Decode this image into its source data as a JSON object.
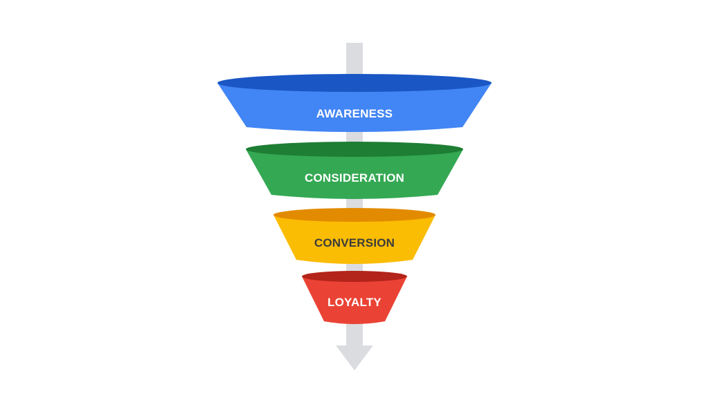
{
  "stages": [
    {
      "label": "AWARENESS",
      "color": "#4285f4",
      "rim_color": "#1a56c4",
      "text_color": "#ffffff"
    },
    {
      "label": "CONSIDERATION",
      "color": "#34a853",
      "rim_color": "#1e7e34",
      "text_color": "#ffffff"
    },
    {
      "label": "CONVERSION",
      "color": "#fbbc04",
      "rim_color": "#e38b00",
      "text_color": "#3c3c3c"
    },
    {
      "label": "LOYALTY",
      "color": "#ea4335",
      "rim_color": "#b3241a",
      "text_color": "#ffffff"
    }
  ],
  "arrow_color": "#dadce0"
}
